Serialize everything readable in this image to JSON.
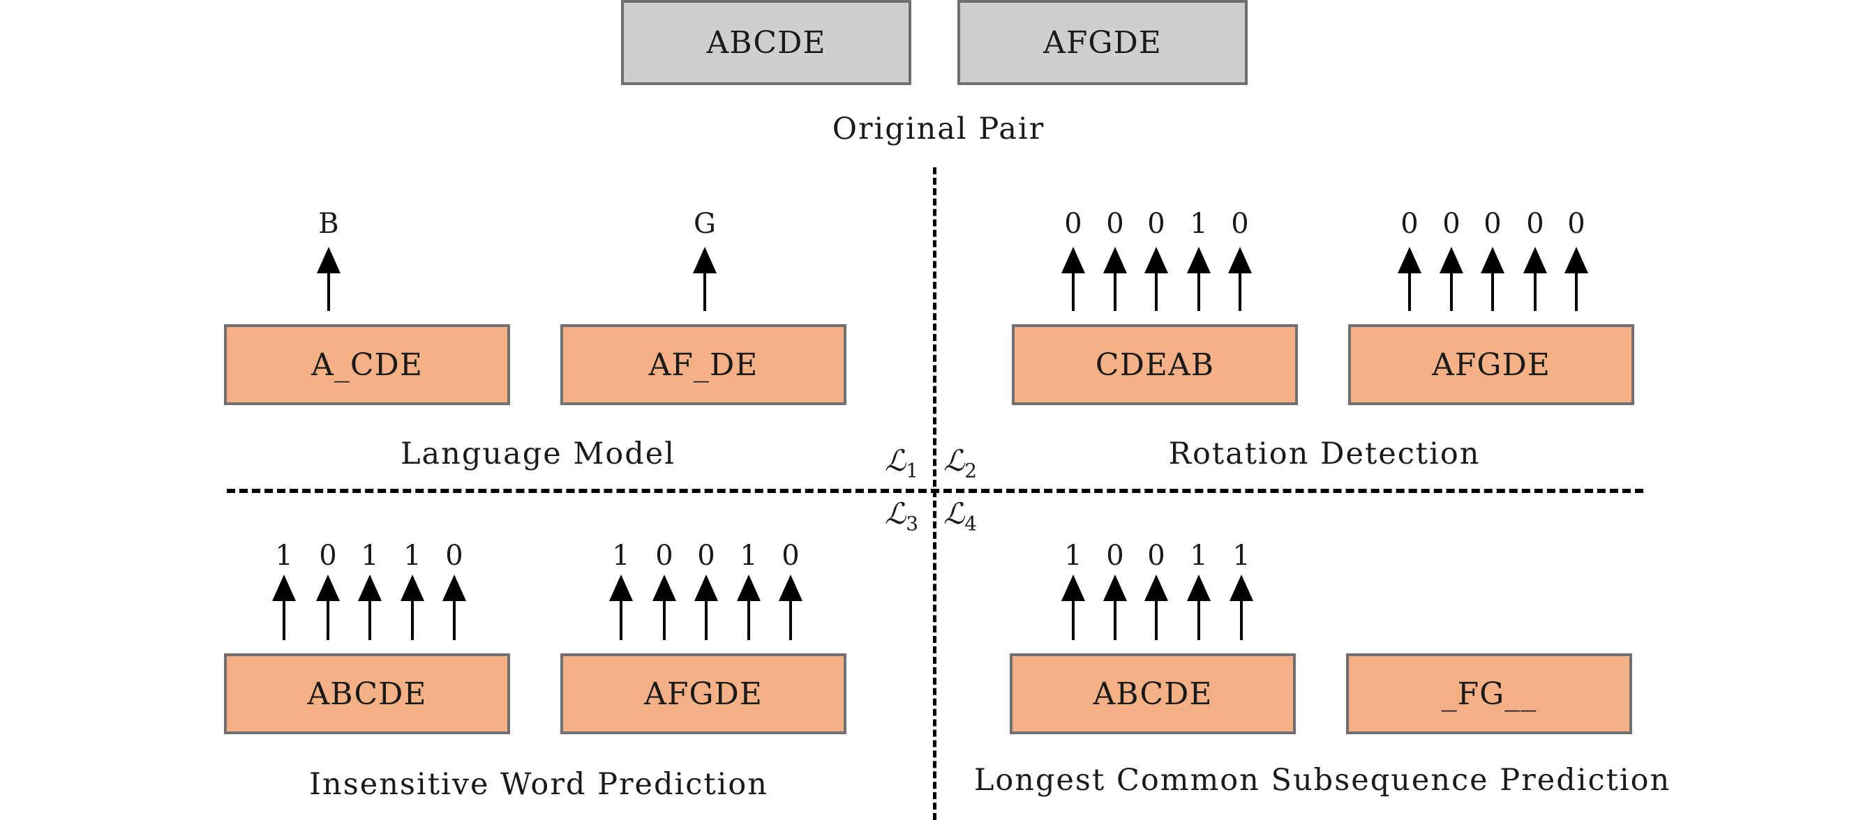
{
  "original": {
    "left": "ABCDE",
    "right": "AFGDE",
    "caption": "Original Pair"
  },
  "quadrants": {
    "language_model": {
      "caption": "Language Model",
      "left_box": "A_CDE",
      "right_box": "AF_DE",
      "left_output": "B",
      "right_output": "G"
    },
    "rotation_detection": {
      "caption": "Rotation Detection",
      "left_box": "CDEAB",
      "right_box": "AFGDE",
      "left_outputs": [
        "0",
        "0",
        "0",
        "1",
        "0"
      ],
      "right_outputs": [
        "0",
        "0",
        "0",
        "0",
        "0"
      ]
    },
    "insensitive_word": {
      "caption": "Insensitive Word Prediction",
      "left_box": "ABCDE",
      "right_box": "AFGDE",
      "left_outputs": [
        "1",
        "0",
        "1",
        "1",
        "0"
      ],
      "right_outputs": [
        "1",
        "0",
        "0",
        "1",
        "0"
      ]
    },
    "lcs": {
      "caption": "Longest Common Subsequence Prediction",
      "left_box": "ABCDE",
      "right_box": "_FG__",
      "left_outputs": [
        "1",
        "0",
        "0",
        "1",
        "1"
      ]
    }
  },
  "losses": {
    "l1": {
      "symbol": "ℒ",
      "sub": "1"
    },
    "l2": {
      "symbol": "ℒ",
      "sub": "2"
    },
    "l3": {
      "symbol": "ℒ",
      "sub": "3"
    },
    "l4": {
      "symbol": "ℒ",
      "sub": "4"
    }
  },
  "colors": {
    "original_box": "#d0cfd0",
    "task_box": "#f3b185",
    "border": "#707070"
  }
}
